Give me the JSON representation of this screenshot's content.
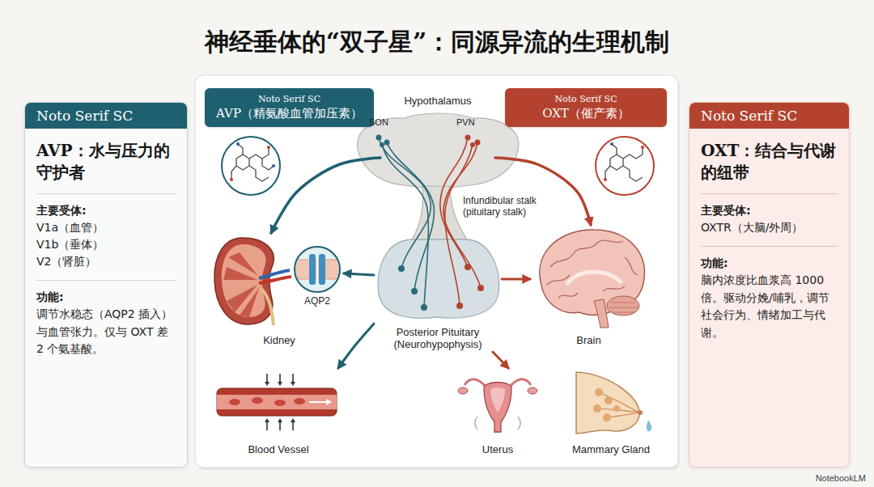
{
  "diagram": {
    "title": "神经垂体的“双子星”：同源异流的生理机制",
    "nodes": [
      {
        "text": [
          "Noto Serif SC",
          "AVP：水与压力的守护者",
          "主要受体:",
          "V1a（血管）",
          "V1b（垂体）",
          "V2（肾脏）",
          "功能:",
          "调节水稳态（AQP2 插入）与血管张力。仅与 OXT 差 2 个氨基酸。"
        ]
      },
      {
        "text": [
          "Noto Serif SC",
          "AVP（精氨酸血管加压素）"
        ]
      },
      {
        "text": [
          "Hypothalamus"
        ]
      },
      {
        "text": [
          "Noto Serif SC",
          "OXT（催产素）"
        ]
      },
      {
        "text": [
          "Posterior Pituitary (Neurohypophysis)"
        ]
      },
      {
        "text": [
          "Kidney"
        ]
      },
      {
        "text": [
          "Brain"
        ]
      },
      {
        "text": [
          "Blood Vessel"
        ]
      },
      {
        "text": [
          "Uterus"
        ]
      },
      {
        "text": [
          "Mammary Gland"
        ]
      },
      {
        "text": [
          "Noto Serif SC",
          "OXT：结合与代谢的纽带",
          "主要受体:",
          "OXTR（大脑/外周）",
          "功能:",
          "脑内浓度比血浆高 1000 倍。驱动分娩/哺乳，调节社会行为、情绪加工与代谢。"
        ]
      }
    ],
    "edges": [
      {
        "from": 2,
        "to": 5,
        "arrow": "to"
      },
      {
        "from": 2,
        "to": 6,
        "arrow": "to"
      },
      {
        "from": 4,
        "to": 5,
        "arrow": "to"
      },
      {
        "from": 4,
        "to": 7,
        "arrow": "to"
      },
      {
        "from": 4,
        "to": 6,
        "arrow": "to"
      },
      {
        "from": 4,
        "to": 8,
        "arrow": "to"
      }
    ],
    "labels": [
      "SON",
      "PVN",
      "Infundibular stalk (pituitary stalk)",
      "AQP2",
      "NotebookLM"
    ]
  }
}
